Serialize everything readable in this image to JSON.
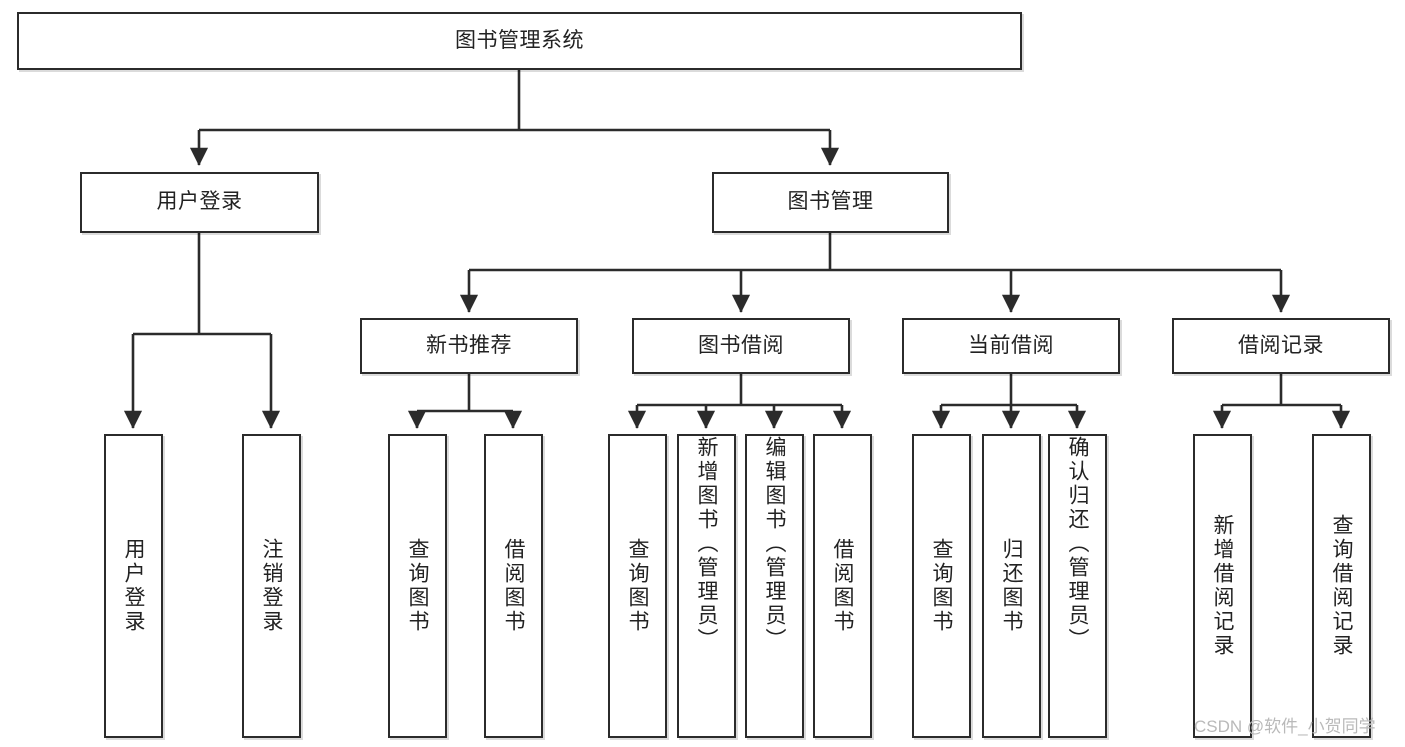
{
  "diagram": {
    "title": "图书管理系统",
    "type": "tree-hierarchy-chart",
    "colors": {
      "box_border": "#2b2b2b",
      "box_fill": "#ffffff",
      "edge": "#2b2b2b",
      "text": "#222222",
      "watermark": "#b9b9b9",
      "background": "#ffffff"
    },
    "watermark": "CSDN @软件_小贺同学"
  },
  "nodes": {
    "root": {
      "label": "图书管理系统"
    },
    "level2": [
      {
        "id": "user-login",
        "label": "用户登录"
      },
      {
        "id": "book-management",
        "label": "图书管理"
      }
    ],
    "level3": [
      {
        "id": "new-book-recommend",
        "label": "新书推荐"
      },
      {
        "id": "book-borrow",
        "label": "图书借阅"
      },
      {
        "id": "current-borrow",
        "label": "当前借阅"
      },
      {
        "id": "borrow-record",
        "label": "借阅记录"
      }
    ],
    "leaves": {
      "user-login": [
        {
          "id": "leaf-user-login",
          "label": "用户登录"
        },
        {
          "id": "leaf-user-logout",
          "label": "注销登录"
        }
      ],
      "new-book-recommend": [
        {
          "id": "leaf-query-book-1",
          "label": "查询图书"
        },
        {
          "id": "leaf-borrow-book-1",
          "label": "借阅图书"
        }
      ],
      "book-borrow": [
        {
          "id": "leaf-query-book-2",
          "label": "查询图书"
        },
        {
          "id": "leaf-add-book",
          "label": "新增图书（管理员）"
        },
        {
          "id": "leaf-edit-book",
          "label": "编辑图书（管理员）"
        },
        {
          "id": "leaf-borrow-book-2",
          "label": "借阅图书"
        }
      ],
      "current-borrow": [
        {
          "id": "leaf-query-book-3",
          "label": "查询图书"
        },
        {
          "id": "leaf-return-book",
          "label": "归还图书"
        },
        {
          "id": "leaf-confirm-return",
          "label": "确认归还（管理员）"
        }
      ],
      "borrow-record": [
        {
          "id": "leaf-add-borrow-record",
          "label": "新增借阅记录"
        },
        {
          "id": "leaf-query-borrow-record",
          "label": "查询借阅记录"
        }
      ]
    }
  }
}
